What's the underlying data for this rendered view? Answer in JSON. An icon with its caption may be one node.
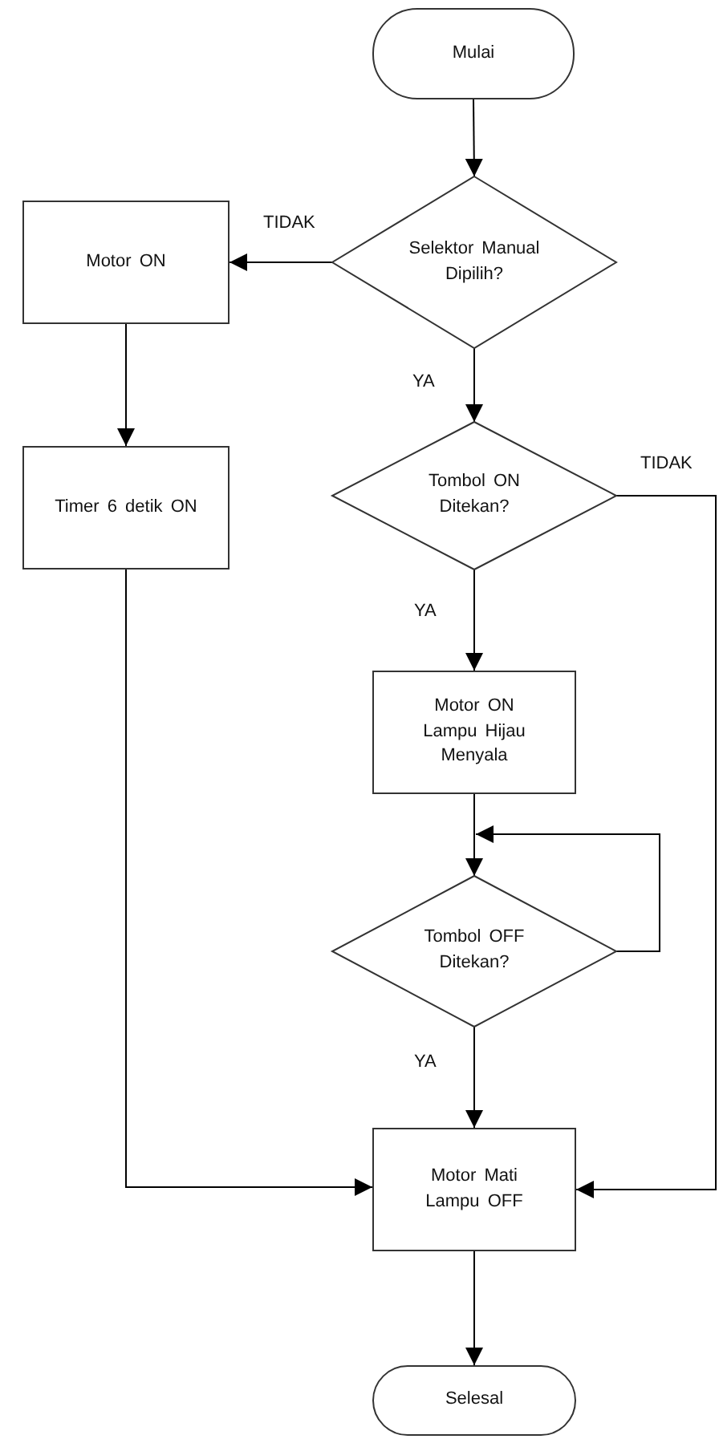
{
  "diagram": {
    "nodes": [
      {
        "text": [
          "Mulai"
        ]
      },
      {
        "text": [
          "Selektor Manual Dipilih?"
        ]
      },
      {
        "text": [
          "Motor ON"
        ]
      },
      {
        "text": [
          "Tombol ON Ditekan?"
        ]
      },
      {
        "text": [
          "Timer 6 detik ON"
        ]
      },
      {
        "text": [
          "Motor ON Lampu Hijau Menyala"
        ]
      },
      {
        "text": [
          "Tombol OFF Ditekan?"
        ]
      },
      {
        "text": [
          "Motor Mati Lampu OFF"
        ]
      },
      {
        "text": [
          "Selesal"
        ]
      }
    ],
    "edges": [
      {
        "from": 0,
        "to": 1,
        "arrow": "to"
      },
      {
        "from": 1,
        "to": 2,
        "arrow": "to",
        "label": "TIDAK"
      },
      {
        "from": 1,
        "to": 3,
        "arrow": "to",
        "label": "YA"
      },
      {
        "from": 2,
        "to": 4,
        "arrow": "to"
      },
      {
        "from": 3,
        "to": 7,
        "arrow": "to",
        "label": "TIDAK"
      },
      {
        "from": 3,
        "to": 5,
        "arrow": "to",
        "label": "YA"
      },
      {
        "from": 4,
        "to": 7,
        "arrow": "to"
      },
      {
        "from": 5,
        "to": 6,
        "arrow": "to"
      },
      {
        "from": 6,
        "to": 6,
        "arrow": "to"
      },
      {
        "from": 6,
        "to": 7,
        "arrow": "to",
        "label": "YA"
      },
      {
        "from": 7,
        "to": 8,
        "arrow": "to"
      }
    ]
  }
}
